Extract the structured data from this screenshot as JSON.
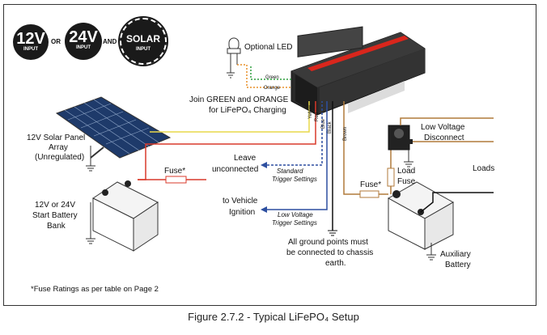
{
  "badges": {
    "v12": {
      "value": "12V",
      "sub": "INPUT"
    },
    "or": "OR",
    "v24": {
      "value": "24V",
      "sub": "INPUT"
    },
    "and": "AND",
    "solar": {
      "value": "SOLAR",
      "sub": "INPUT"
    }
  },
  "labels": {
    "optional_led": "Optional LED",
    "green": "Green",
    "orange": "Orange",
    "join_line1": "Join GREEN and ORANGE",
    "join_line2": "for LiFePO₄ Charging",
    "yellow": "Yellow",
    "red": "Red",
    "blue": "Blue",
    "black": "Black",
    "brown": "Brown",
    "solar_panel_1": "12V Solar Panel",
    "solar_panel_2": "Array",
    "solar_panel_3": "(Unregulated)",
    "fuse_left": "Fuse*",
    "fuse_right": "Fuse*",
    "start_battery_1": "12V or 24V",
    "start_battery_2": "Start Battery",
    "start_battery_3": "Bank",
    "leave_1": "Leave",
    "leave_2": "unconnected",
    "standard_1": "Standard",
    "standard_2": "Trigger Settings",
    "vehicle_1": "to Vehicle",
    "vehicle_2": "Ignition",
    "lowv_1": "Low Voltage",
    "lowv_2": "Trigger Settings",
    "ground_1": "All ground points must",
    "ground_2": "be connected to chassis",
    "ground_3": "earth.",
    "lvd_1": "Low Voltage",
    "lvd_2": "Disconnect",
    "load_fuse_1": "Load",
    "load_fuse_2": "Fuse",
    "loads": "Loads",
    "aux_1": "Auxiliary",
    "aux_2": "Battery",
    "footnote": "*Fuse Ratings as per table on Page 2"
  },
  "caption": "Figure 2.7.2 - Typical LiFePO₄ Setup",
  "colors": {
    "yellow_wire": "#e8d84a",
    "red_wire": "#d93a2b",
    "blue_wire": "#2d4fa0",
    "black_wire": "#111111",
    "brown_wire": "#b07a3a",
    "green_wire": "#2e9e3e",
    "orange_wire": "#e8902a",
    "device_body": "#2a2a2a",
    "device_stripe": "#d9261c"
  }
}
